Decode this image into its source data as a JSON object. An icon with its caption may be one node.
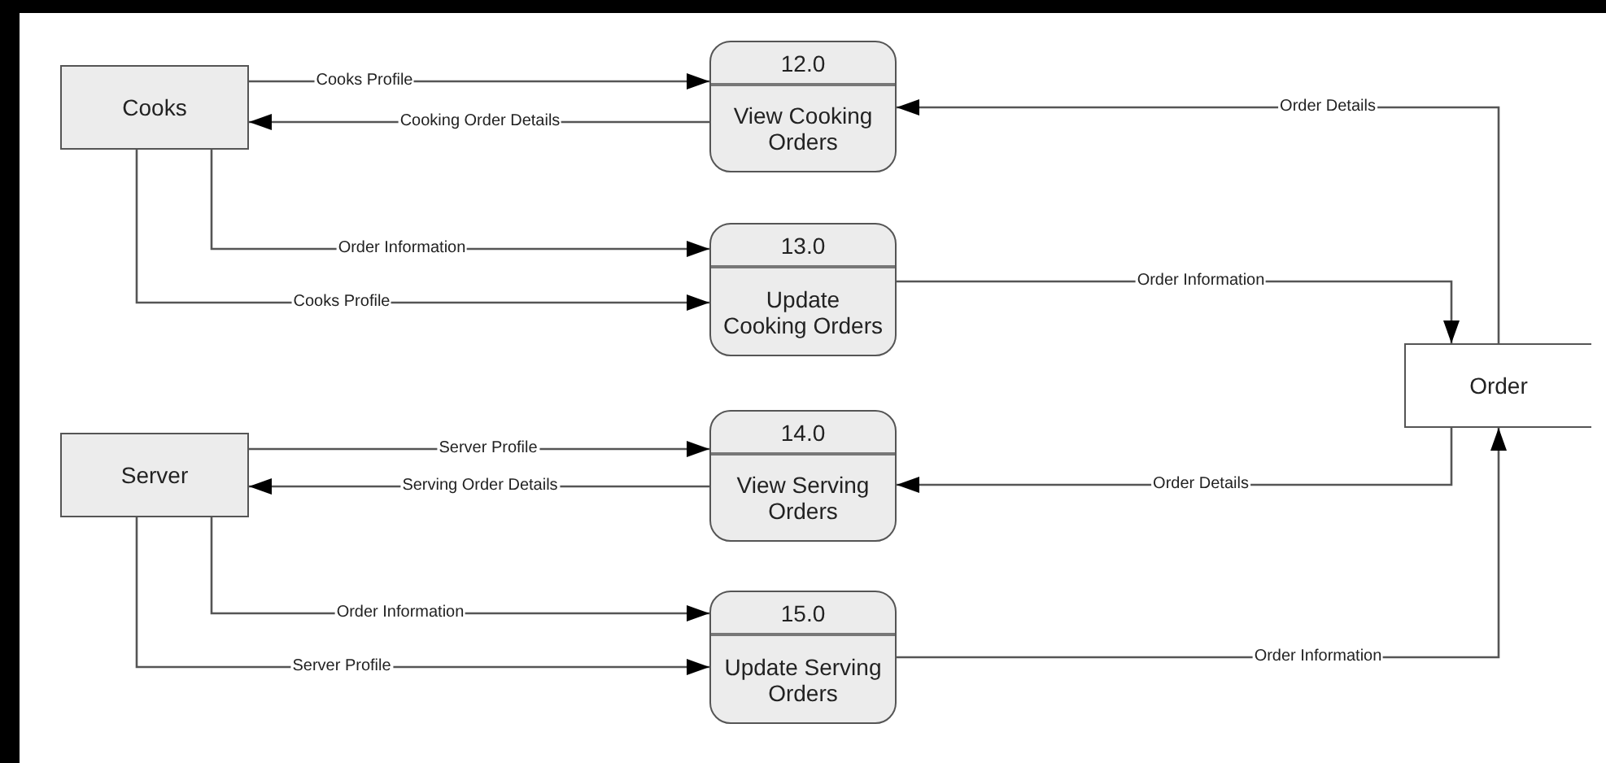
{
  "diagram": {
    "nodes": [
      {
        "text": [
          "Cooks"
        ]
      },
      {
        "text": [
          "12.0",
          "View Cooking Orders"
        ]
      },
      {
        "text": [
          "13.0",
          "Update Cooking Orders"
        ]
      },
      {
        "text": [
          "Order"
        ]
      },
      {
        "text": [
          "Server"
        ]
      },
      {
        "text": [
          "14.0",
          "View Serving Orders"
        ]
      },
      {
        "text": [
          "15.0",
          "Update Serving Orders"
        ]
      }
    ],
    "edges": [
      {
        "from": 0,
        "to": 1,
        "arrow": "to",
        "label": "Cooks Profile"
      },
      {
        "from": 1,
        "to": 0,
        "arrow": "to",
        "label": "Cooking Order Details"
      },
      {
        "from": 0,
        "to": 2,
        "arrow": "to",
        "label": "Order Information"
      },
      {
        "from": 0,
        "to": 2,
        "arrow": "to",
        "label": "Cooks Profile"
      },
      {
        "from": 3,
        "to": 1,
        "arrow": "to",
        "label": "Order Details"
      },
      {
        "from": 2,
        "to": 3,
        "arrow": "to",
        "label": "Order Information"
      },
      {
        "from": 4,
        "to": 5,
        "arrow": "to",
        "label": "Server Profile"
      },
      {
        "from": 5,
        "to": 4,
        "arrow": "to",
        "label": "Serving Order Details"
      },
      {
        "from": 3,
        "to": 5,
        "arrow": "to",
        "label": "Order Details"
      },
      {
        "from": 6,
        "to": 3,
        "arrow": "to",
        "label": "Order Information"
      },
      {
        "from": 4,
        "to": 6,
        "arrow": "to",
        "label": "Order Information"
      },
      {
        "from": 4,
        "to": 6,
        "arrow": "to",
        "label": "Server Profile"
      }
    ]
  }
}
